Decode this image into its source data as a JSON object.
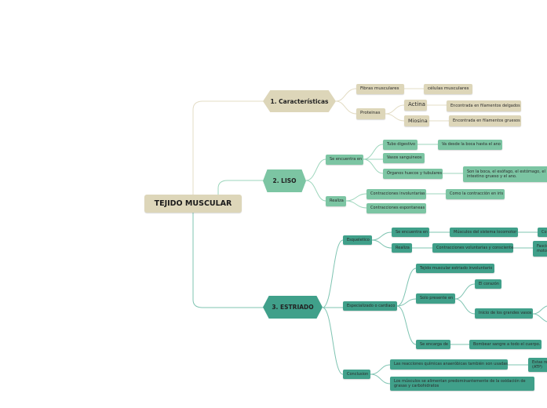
{
  "root": "TEJIDO MUSCULAR",
  "colors": {
    "caracteristicas": "#ddd6b9",
    "liso": "#7cc5a3",
    "estriado": "#40a08a"
  },
  "caracteristicas": {
    "title": "1. Características",
    "fibras": "Fibras musculares",
    "celulas": "células musculares",
    "proteinas": "Proteinas",
    "actina": "Actina",
    "actina_desc": "Encontrada en filamentos delgados",
    "miosina": "Miosina",
    "miosina_desc": "Encontrada en filamentos gruesos"
  },
  "liso": {
    "title": "2. LISO",
    "se_encuentra": "Se encuentra en",
    "tubo": "Tubo digestivo",
    "tubo_desc": "Va desde la boca hasta el ano",
    "vasos": "Vasos sanguineos",
    "organos": "Órganos huecos y tubulares",
    "organos_desc": "Son la boca, el esófago, el estómago, el intestino grueso y el ano.",
    "realiza": "Realiza",
    "involuntarias": "Contracciones involuntarias",
    "involuntarias_desc": "Como la contracción en iris",
    "espontaneas": "Contracciones espontaneas"
  },
  "estriado": {
    "title": "3. ESTRIADO",
    "esqueletico": "Esqueletico",
    "se_encuentra": "Se encuentra en",
    "locomotor": "Músculos del sistema locomotor",
    "locomotor_next": "Co",
    "realiza": "Realiza",
    "voluntarias": "Contracciones voluntarias y conscientes",
    "voluntarias_next": "Fascic motor",
    "especializado": "Especializado o cardiaco",
    "tejido": "Tejido muscular estriado involuntario",
    "solo": "Solo presente en",
    "corazon": "El corazón",
    "vasos": "Inicio de los grandes vasos",
    "encarga": "Se encarga de",
    "bombear": "Bombear sangre a todo el cuerpo.",
    "conclusion": "Conclusion",
    "reacciones": "Las reacciones químicas anaeróbicas también son usadas.",
    "reacciones_next": "Estas re (ATP)",
    "alimentan": "Los músculos se alimentan predominantemente de la oxidación de grasas y carbohidratos"
  }
}
